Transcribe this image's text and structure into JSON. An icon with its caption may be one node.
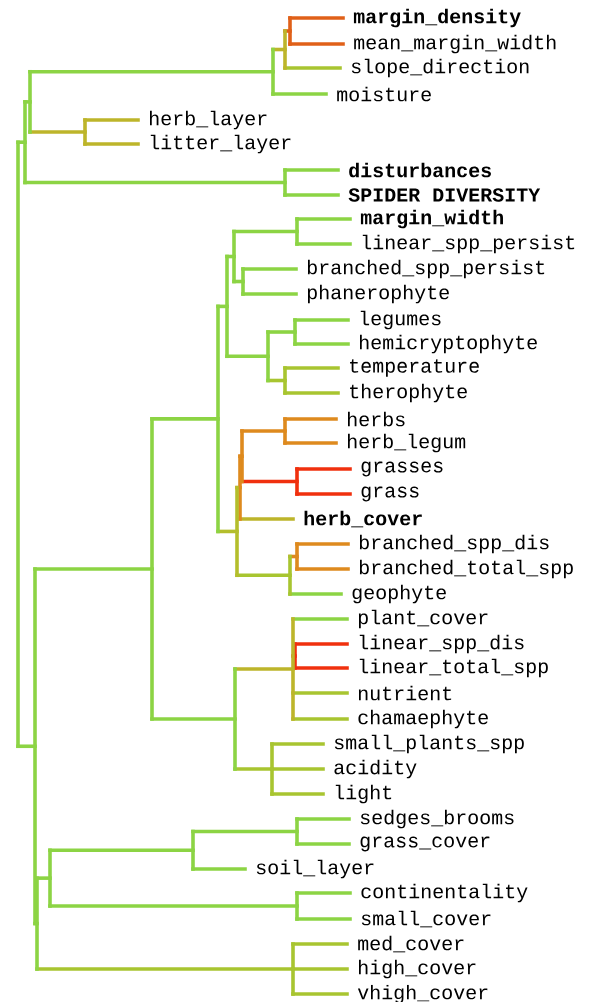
{
  "diagram": {
    "labels": [
      "margin_density",
      "mean_margin_width",
      "slope_direction",
      "moisture",
      "herb_layer",
      "litter_layer",
      "disturbances",
      "SPIDER DIVERSITY",
      "margin_width",
      "linear_spp_persist",
      "branched_spp_persist",
      "phanerophyte",
      "legumes",
      "hemicryptophyte",
      "temperature",
      "therophyte",
      "herbs",
      "herb_legum",
      "grasses",
      "grass",
      "herb_cover",
      "branched_spp_dis",
      "branched_total_spp",
      "geophyte",
      "plant_cover",
      "linear_spp_dis",
      "linear_total_spp",
      "nutrient",
      "chamaephyte",
      "small_plants_spp",
      "acidity",
      "light",
      "sedges_brooms",
      "grass_cover",
      "soil_layer",
      "continentality",
      "small_cover",
      "med_cover",
      "high_cover",
      "vhigh_cover"
    ]
  }
}
